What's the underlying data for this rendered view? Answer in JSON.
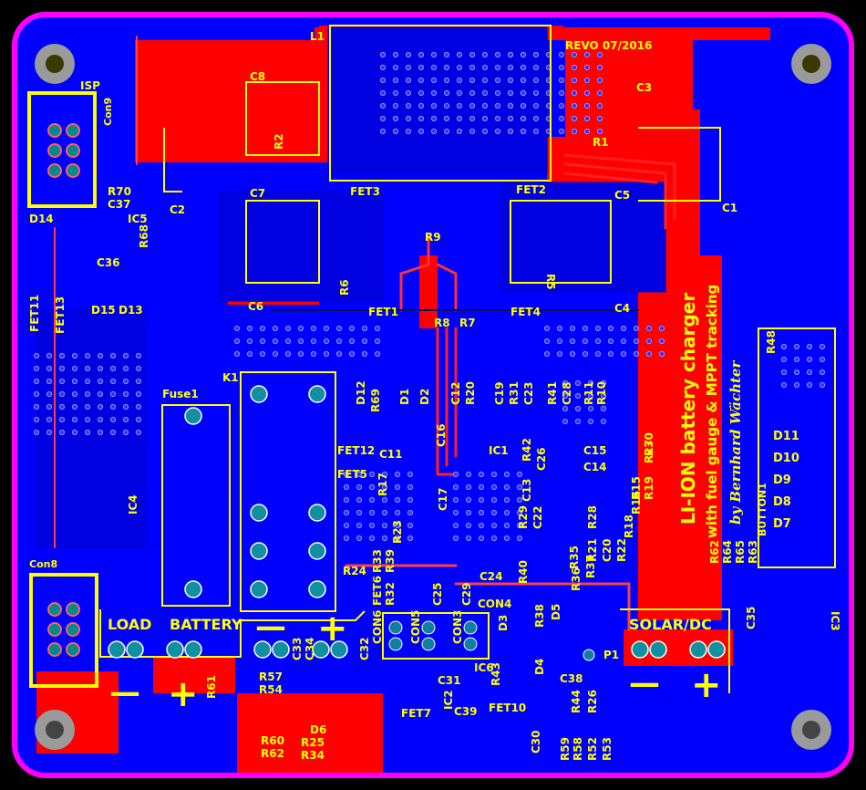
{
  "board": {
    "title": "LI-ION battery charger",
    "subtitle": "with fuel gauge & MPPT tracking",
    "author": "by Bernhard Wächter",
    "revision": "REVO 07/2016"
  },
  "colors": {
    "board_outline": "#ff00ff",
    "top_copper": "#ff0000",
    "bottom_copper": "#0000ff",
    "silkscreen": "#ffff00",
    "pads": "#008a8a",
    "background": "#000000"
  },
  "connectors": {
    "load": "LOAD",
    "battery": "BATTERY",
    "solar": "SOLAR/DC",
    "minus": "—",
    "plus": "+",
    "isp": "ISP",
    "con9": "Con9",
    "con8": "Con8",
    "button": "BUTTON1"
  },
  "leds": [
    "D11",
    "D10",
    "D9",
    "D8",
    "D7"
  ],
  "designators": [
    "L1",
    "C8",
    "C3",
    "R2",
    "R1",
    "C2",
    "C7",
    "FET3",
    "FET2",
    "C5",
    "C1",
    "R70",
    "C37",
    "D14",
    "IC5",
    "R68",
    "C36",
    "R9",
    "R5",
    "R6",
    "C6",
    "FET1",
    "R8",
    "R7",
    "FET4",
    "C4",
    "FET11",
    "FET13",
    "D15",
    "D13",
    "R48",
    "K1",
    "Fuse1",
    "D12",
    "R69",
    "D1",
    "D2",
    "C12",
    "R20",
    "C19",
    "R31",
    "C23",
    "R41",
    "C28",
    "R11",
    "R10",
    "C16",
    "IC1",
    "R42",
    "C26",
    "C15",
    "FET12",
    "C11",
    "FET5",
    "R17",
    "C17",
    "C13",
    "R29",
    "C22",
    "C14",
    "R27",
    "R15",
    "R19",
    "R30",
    "R18",
    "R16",
    "IC4",
    "R28",
    "R24",
    "R40",
    "C24",
    "R21",
    "C20",
    "R22",
    "R23",
    "R33",
    "R39",
    "FET6",
    "R32",
    "CON6",
    "R36",
    "C25",
    "C29",
    "CON4",
    "R35",
    "R37",
    "R62",
    "R64",
    "R65",
    "R63",
    "C35",
    "IC3",
    "CON5",
    "CON3",
    "D3",
    "R38",
    "D5",
    "R43",
    "D4",
    "C38",
    "P1",
    "R57",
    "R54",
    "C33",
    "C34",
    "C32",
    "C31",
    "IC6",
    "FET7",
    "IC2",
    "C39",
    "FET10",
    "R44",
    "R26",
    "R61",
    "R60",
    "D6",
    "R25",
    "R62",
    "R34",
    "C30",
    "R59",
    "R58",
    "R52",
    "R53"
  ]
}
